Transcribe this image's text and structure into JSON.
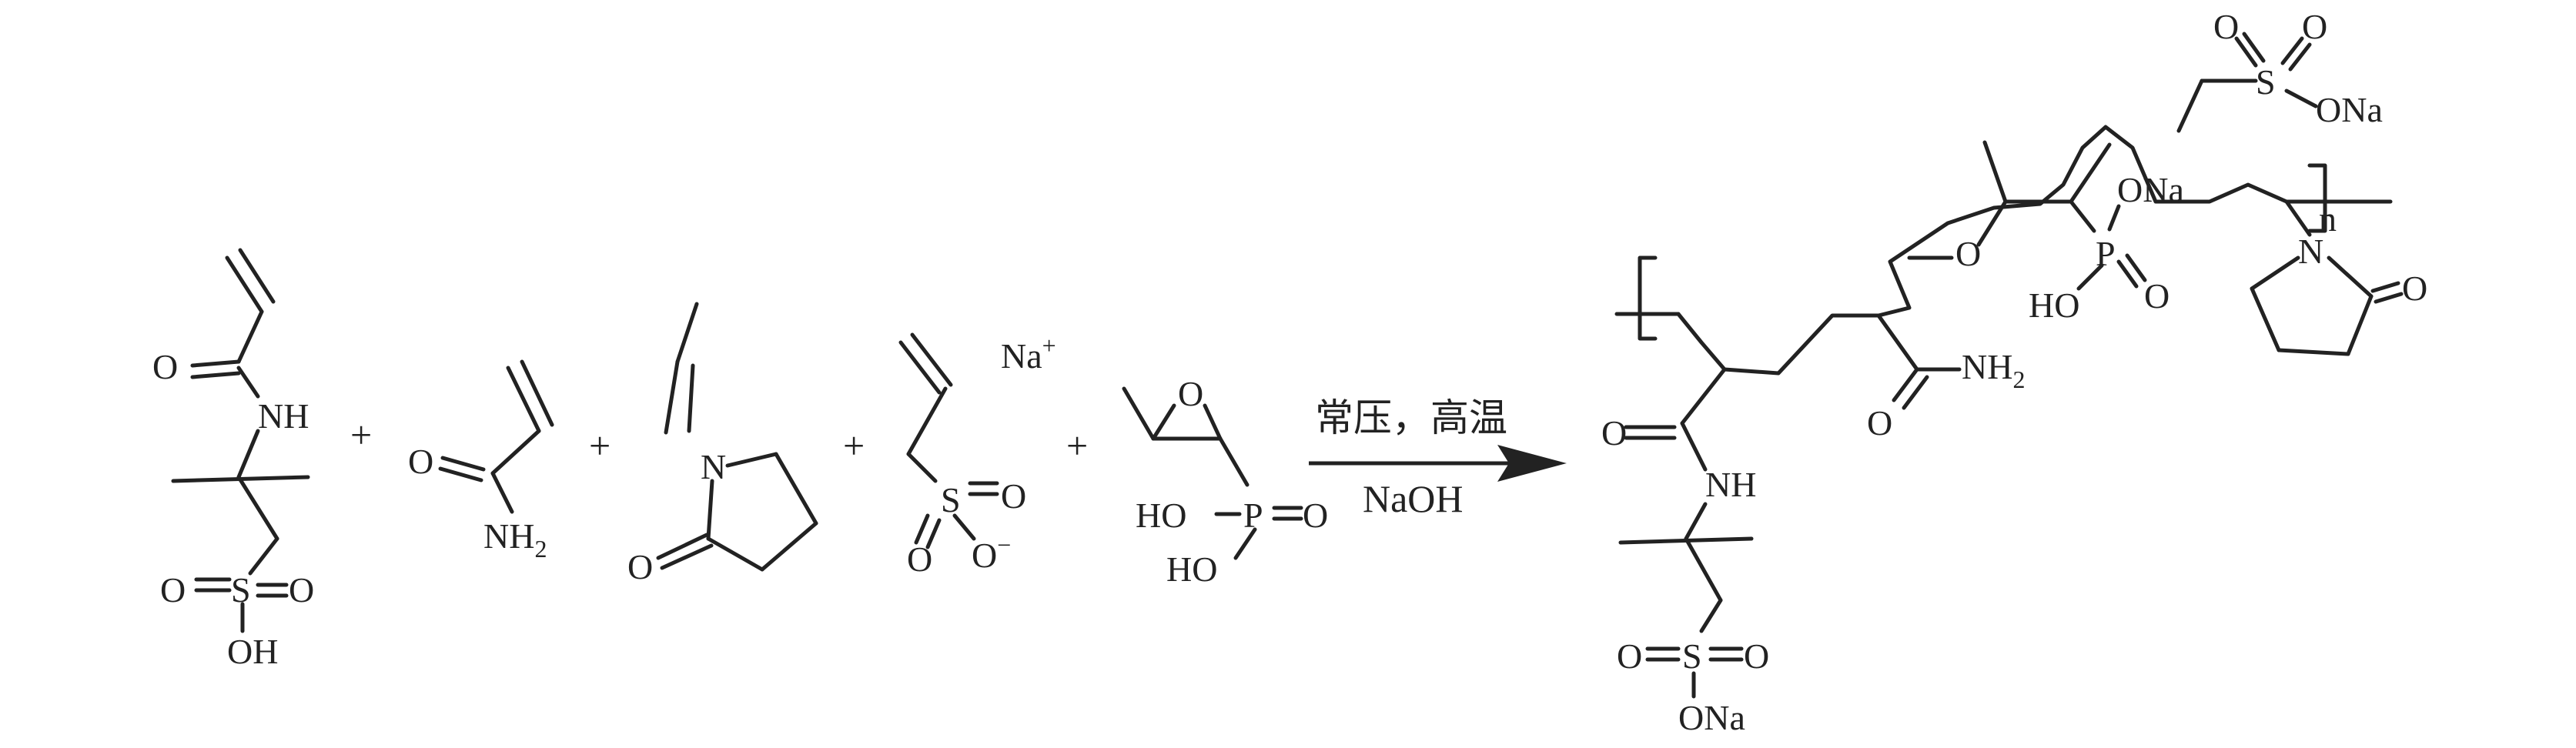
{
  "plus_sign": "+",
  "labels": {
    "O": "O",
    "NH": "NH",
    "N": "N",
    "S": "S",
    "P": "P",
    "OH": "OH",
    "HO": "HO",
    "NH2_main": "NH",
    "sub2": "2",
    "Na_plus": "Na",
    "plus_charge": "+",
    "O_minus": "O",
    "minus_charge": "−",
    "ONa": "ONa",
    "n": "n"
  },
  "arrow": {
    "top": "常压，高温",
    "bottom": "NaOH"
  }
}
